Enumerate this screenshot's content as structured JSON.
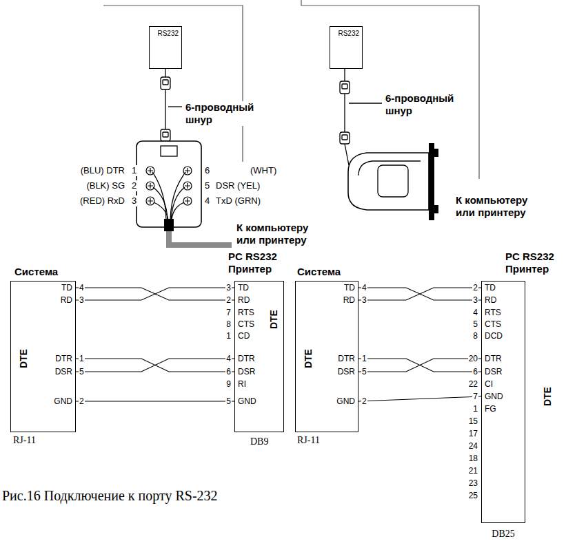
{
  "diagram": {
    "caption": "Рис.16 Подключение к порту RS-232",
    "nodes": [
      {
        "text": [
          "RS232"
        ]
      },
      {
        "text": [
          "RS232"
        ]
      },
      {
        "text": [
          "DTE",
          "TD",
          "RD",
          "DTR",
          "DSR",
          "GND"
        ]
      },
      {
        "text": [
          "DTE",
          "TD",
          "RD",
          "RTS",
          "CTS",
          "CD",
          "DTR",
          "DSR",
          "RI",
          "GND"
        ]
      },
      {
        "text": [
          "DTE",
          "TD",
          "RD",
          "DTR",
          "DSR",
          "GND"
        ]
      },
      {
        "text": [
          "DTE",
          "TD",
          "RD",
          "RTS",
          "CTS",
          "DCD",
          "DTR",
          "DSR",
          "CI",
          "GND",
          "FG"
        ]
      }
    ],
    "edges": [
      {
        "from": 2,
        "to": 3,
        "arrow": "none"
      },
      {
        "from": 2,
        "to": 3,
        "arrow": "none"
      },
      {
        "from": 2,
        "to": 3,
        "arrow": "none"
      },
      {
        "from": 2,
        "to": 3,
        "arrow": "none"
      },
      {
        "from": 2,
        "to": 3,
        "arrow": "none"
      },
      {
        "from": 4,
        "to": 5,
        "arrow": "none"
      },
      {
        "from": 4,
        "to": 5,
        "arrow": "none"
      },
      {
        "from": 4,
        "to": 5,
        "arrow": "none"
      },
      {
        "from": 4,
        "to": 5,
        "arrow": "none"
      },
      {
        "from": 4,
        "to": 5,
        "arrow": "none"
      }
    ],
    "labels": [
      "(BLU) DTR",
      "1",
      "(BLK) SG",
      "2",
      "(RED) RxD",
      "3",
      "6",
      "(WHT)",
      "5",
      "DSR (YEL)",
      "4",
      "TxD (GRN)",
      "6-проводный шнур",
      "К компьютеру или принтеру",
      "6-проводный шнур",
      "К компьютеру или принтеру",
      "Система",
      "PC RS232 Принтер",
      "4",
      "3",
      "1",
      "5",
      "2",
      "RJ-11",
      "3",
      "2",
      "7",
      "8",
      "1",
      "4",
      "6",
      "9",
      "5",
      "DB9",
      "Система",
      "PC RS232 Принтер",
      "4",
      "3",
      "1",
      "5",
      "2",
      "RJ-11",
      "2",
      "3",
      "4",
      "5",
      "8",
      "20",
      "6",
      "22",
      "7",
      "1",
      "15",
      "17",
      "24",
      "18",
      "21",
      "23",
      "25",
      "DB25"
    ]
  }
}
